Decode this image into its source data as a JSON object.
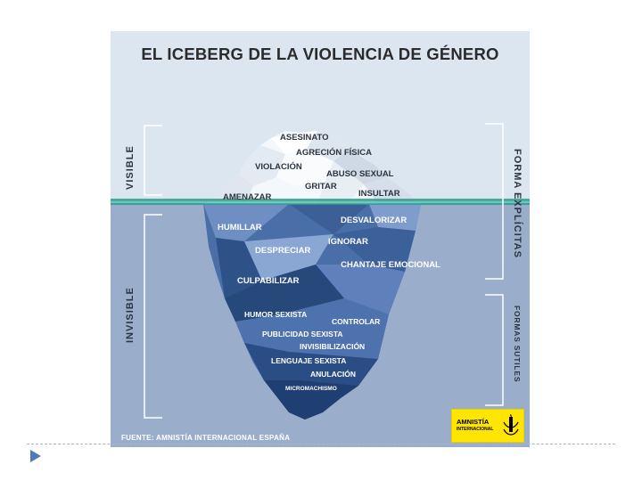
{
  "title": "EL ICEBERG DE LA VIOLENCIA DE GÉNERO",
  "side_labels": {
    "visible": "VISIBLE",
    "invisible": "INVISIBLE",
    "explicit": "FORMA EXPLÍCITAS",
    "subtle": "FORMAS SUTILES"
  },
  "above_water": [
    "ASESINATO",
    "AGRECIÓN FÍSICA",
    "VIOLACIÓN",
    "ABUSO SEXUAL",
    "GRITAR",
    "AMENAZAR",
    "INSULTAR"
  ],
  "below_water": [
    "HUMILLAR",
    "DESVALORIZAR",
    "IGNORAR",
    "DESPRECIAR",
    "CHANTAJE EMOCIONAL",
    "CULPABILIZAR",
    "HUMOR SEXISTA",
    "CONTROLAR",
    "PUBLICIDAD SEXISTA",
    "INVISIBILIZACIÓN",
    "LENGUAJE SEXISTA",
    "ANULACIÓN",
    "MICROMACHISMO"
  ],
  "source": "FUENTE: AMNISTÍA INTERNACIONAL ESPAÑA",
  "logo": {
    "name": "AMNISTÍA",
    "sub": "INTERNACIONAL"
  },
  "colors": {
    "sky": "#dbe6f1",
    "water": "#9aaecc",
    "waterline": "#2e9c8f",
    "ice_dark": "#26487a",
    "ice_light": "#6f8fc4",
    "logo": "#ffe600"
  }
}
